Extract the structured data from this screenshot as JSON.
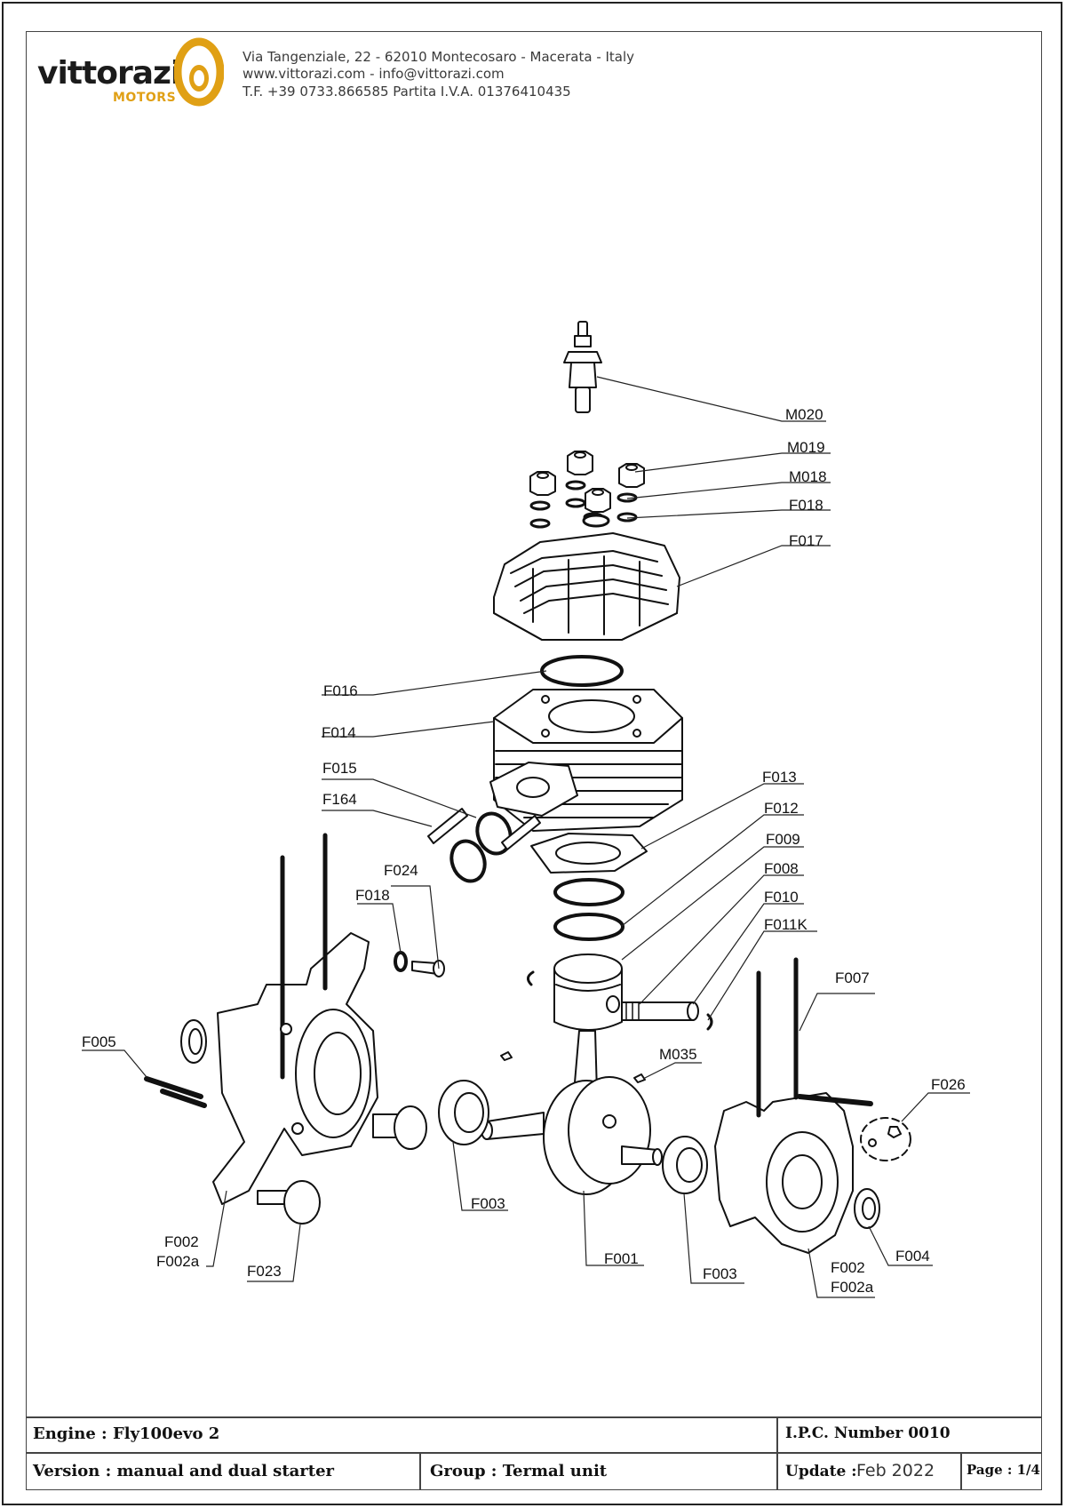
{
  "company": {
    "logo_text": "vittorazi",
    "logo_subtext": "MOTORS",
    "brand_color": "#e0a015",
    "address_line": "Via Tangenziale, 22 - 62010 Montecosaro - Macerata - Italy",
    "web_line": "www.vittorazi.com - info@vittorazi.com",
    "tax_line": "T.F. +39 0733.866585 Partita I.V.A. 01376410435"
  },
  "parts": [
    {
      "id": "M020"
    },
    {
      "id": "M019"
    },
    {
      "id": "M018"
    },
    {
      "id": "F018"
    },
    {
      "id": "F017"
    },
    {
      "id": "F016"
    },
    {
      "id": "F014"
    },
    {
      "id": "F015"
    },
    {
      "id": "F164"
    },
    {
      "id": "F013"
    },
    {
      "id": "F012"
    },
    {
      "id": "F009"
    },
    {
      "id": "F008"
    },
    {
      "id": "F010"
    },
    {
      "id": "F011K"
    },
    {
      "id": "F024"
    },
    {
      "id": "F018"
    },
    {
      "id": "F007"
    },
    {
      "id": "F005"
    },
    {
      "id": "M035"
    },
    {
      "id": "F026"
    },
    {
      "id": "F003"
    },
    {
      "id": "F001"
    },
    {
      "id": "F003"
    },
    {
      "id": "F004"
    },
    {
      "id": "F002"
    },
    {
      "id": "F002a"
    },
    {
      "id": "F023"
    },
    {
      "id": "F002"
    },
    {
      "id": "F002a"
    }
  ],
  "title_block": {
    "engine": "Engine : Fly100evo 2",
    "ipc": "I.P.C. Number 0010",
    "version": "Version : manual and dual starter",
    "group": "Group : Termal unit",
    "update_label": "Update :",
    "update_value": "Feb 2022",
    "page": "Page : 1/4"
  }
}
